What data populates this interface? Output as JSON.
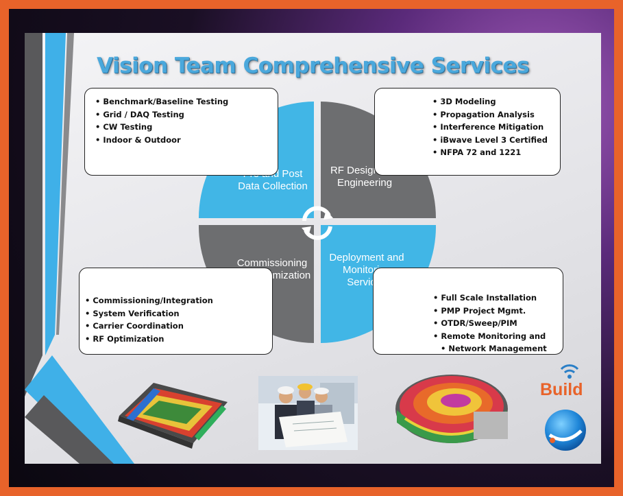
{
  "title": "Vision Team Comprehensive Services",
  "colors": {
    "frame": "#e8632a",
    "blue": "#41b6e6",
    "gray": "#6d6e70",
    "title": "#4aa8dc",
    "build": "#e8632a"
  },
  "quadrants": [
    {
      "label": "Pre and Post Data Collection",
      "color": "#41b6e6"
    },
    {
      "label": "RF Design and Engineering",
      "color": "#6d6e70"
    },
    {
      "label": "Commissioning and Optimization",
      "color": "#6d6e70"
    },
    {
      "label": "Deployment and Monitoring Services",
      "color": "#41b6e6"
    }
  ],
  "boxes": {
    "top_left": [
      "Benchmark/Baseline Testing",
      "Grid / DAQ Testing",
      "CW Testing",
      "Indoor & Outdoor"
    ],
    "top_right": [
      "3D Modeling",
      "Propagation Analysis",
      "Interference Mitigation",
      "iBwave Level 3 Certified",
      "NFPA 72 and 1221"
    ],
    "bottom_left": [
      "Commissioning/Integration",
      "System Verification",
      "Carrier Coordination",
      "RF Optimization"
    ],
    "bottom_right": [
      "Full Scale Installation",
      "PMP Project Mgmt.",
      "OTDR/Sweep/PIM",
      "Remote Monitoring and",
      "Network Management"
    ]
  },
  "logo": {
    "text": "Build"
  },
  "icons": [
    "refresh-cycle-icon",
    "wifi-icon",
    "globe-logo-icon"
  ]
}
